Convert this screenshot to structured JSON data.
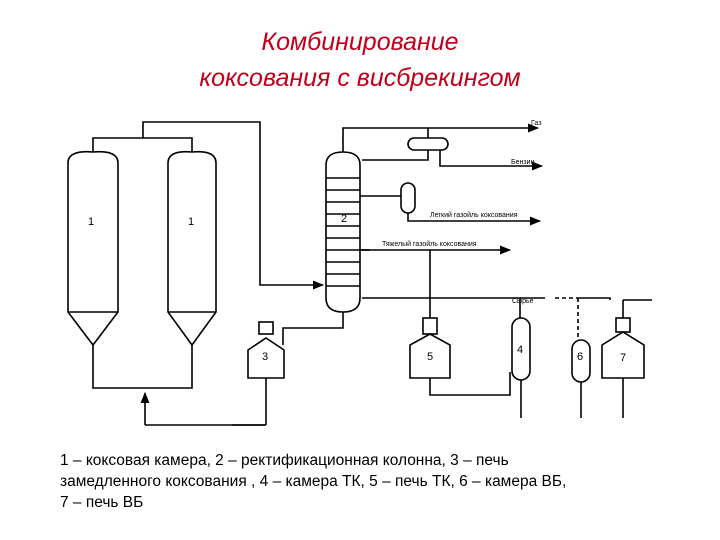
{
  "title": {
    "line1": "Комбинирование",
    "line2": "коксования с висбрекингом"
  },
  "diagram": {
    "outputs": {
      "gas": "Газ",
      "gasoline": "Бензин",
      "light_gasoil": "Легкий газойль коксования",
      "heavy_gasoil": "Тяжелый газойль коксования",
      "feed": "Сырье"
    },
    "equipment_numbers": {
      "chamber_1a": "1",
      "chamber_1b": "1",
      "column": "2",
      "furnace_3": "3",
      "chamber_4": "4",
      "furnace_5": "5",
      "chamber_6": "6",
      "furnace_7": "7"
    }
  },
  "caption": {
    "line1": "1 – коксовая камера, 2 – ректификационная колонна, 3 – печь",
    "line2": "замедленного коксования , 4 – камера ТК, 5 – печь ТК, 6 – камера ВБ,",
    "line3": "7 – печь ВБ"
  }
}
